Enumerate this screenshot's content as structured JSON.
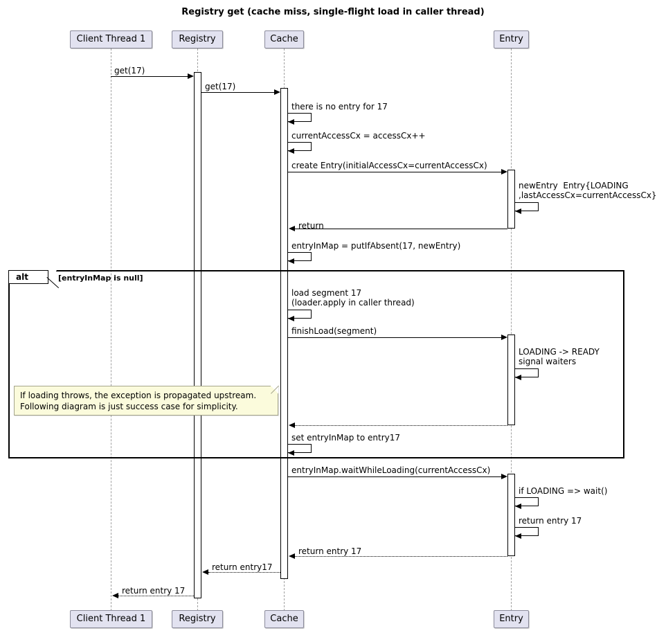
{
  "diagram": {
    "type": "sequence-diagram",
    "title": "Registry get (cache miss, single-flight load in caller thread)",
    "colors": {
      "participant_fill": "#E2E2F0",
      "participant_border": "#8A8A9A",
      "note_fill": "#FBFBDC",
      "note_border": "#A4A48B",
      "lifeline": "#A0A0A0",
      "line": "#000000",
      "background": "#FFFFFF"
    }
  },
  "participants": [
    {
      "id": "client",
      "label": "Client Thread 1"
    },
    {
      "id": "registry",
      "label": "Registry"
    },
    {
      "id": "cache",
      "label": "Cache"
    },
    {
      "id": "entry",
      "label": "Entry"
    }
  ],
  "messages": [
    {
      "id": "m1",
      "from": "client",
      "to": "registry",
      "label": "get(17)",
      "kind": "call"
    },
    {
      "id": "m2",
      "from": "registry",
      "to": "cache",
      "label": "get(17)",
      "kind": "call"
    },
    {
      "id": "m3",
      "from": "cache",
      "to": "cache",
      "label": "there is no entry for 17",
      "kind": "self"
    },
    {
      "id": "m4",
      "from": "cache",
      "to": "cache",
      "label": "currentAccessCx = accessCx++",
      "kind": "self"
    },
    {
      "id": "m5",
      "from": "cache",
      "to": "entry",
      "label": "create Entry(initialAccessCx=currentAccessCx)",
      "kind": "call"
    },
    {
      "id": "m6",
      "from": "entry",
      "to": "entry",
      "label": "newEntry  Entry{LOADING\n,lastAccessCx=currentAccessCx}",
      "kind": "self"
    },
    {
      "id": "m7",
      "from": "entry",
      "to": "cache",
      "label": "return",
      "kind": "call"
    },
    {
      "id": "m8",
      "from": "cache",
      "to": "cache",
      "label": "entryInMap = putIfAbsent(17, newEntry)",
      "kind": "self"
    },
    {
      "id": "m9",
      "from": "cache",
      "to": "cache",
      "label": "load segment 17\n(loader.apply in caller thread)",
      "kind": "self"
    },
    {
      "id": "m10",
      "from": "cache",
      "to": "entry",
      "label": "finishLoad(segment)",
      "kind": "call"
    },
    {
      "id": "m11",
      "from": "entry",
      "to": "entry",
      "label": "LOADING -> READY\nsignal waiters",
      "kind": "self"
    },
    {
      "id": "m12",
      "from": "entry",
      "to": "cache",
      "label": "",
      "kind": "return"
    },
    {
      "id": "m13",
      "from": "cache",
      "to": "cache",
      "label": "set entryInMap to entry17",
      "kind": "self"
    },
    {
      "id": "m14",
      "from": "cache",
      "to": "entry",
      "label": "entryInMap.waitWhileLoading(currentAccessCx)",
      "kind": "call"
    },
    {
      "id": "m15",
      "from": "entry",
      "to": "entry",
      "label": "if LOADING => wait()",
      "kind": "self"
    },
    {
      "id": "m16",
      "from": "entry",
      "to": "entry",
      "label": "return entry 17",
      "kind": "self"
    },
    {
      "id": "m17",
      "from": "entry",
      "to": "cache",
      "label": "return entry 17",
      "kind": "return"
    },
    {
      "id": "m18",
      "from": "cache",
      "to": "registry",
      "label": "return entry17",
      "kind": "return"
    },
    {
      "id": "m19",
      "from": "registry",
      "to": "client",
      "label": "return entry 17",
      "kind": "return"
    }
  ],
  "fragments": [
    {
      "id": "alt1",
      "operator": "alt",
      "condition": "[entryInMap is null]"
    }
  ],
  "notes": [
    {
      "id": "note1",
      "line1": "If loading throws, the exception is propagated upstream.",
      "line2": "Following diagram is just success case for simplicity."
    }
  ]
}
